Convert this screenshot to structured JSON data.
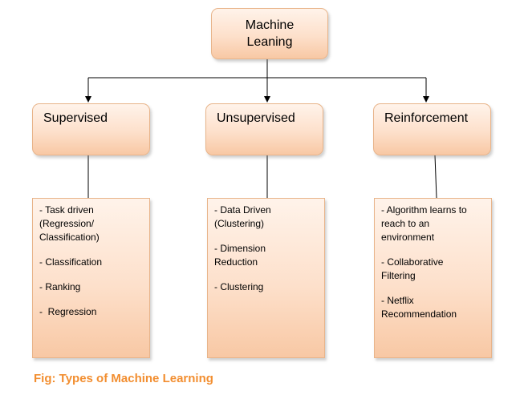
{
  "root": {
    "label_line1": "Machine",
    "label_line2": "Leaning"
  },
  "categories": [
    {
      "id": "supervised",
      "title": "Supervised",
      "items": [
        "- Task driven\n(Regression/\nClassification)",
        "- Classification",
        "- Ranking",
        "-  Regression"
      ]
    },
    {
      "id": "unsupervised",
      "title": "Unsupervised",
      "items": [
        "- Data Driven\n(Clustering)",
        "- Dimension\nReduction",
        "- Clustering"
      ]
    },
    {
      "id": "reinforcement",
      "title": "Reinforcement",
      "items": [
        "- Algorithm learns to\nreach to an\nenvironment",
        "- Collaborative\nFiltering",
        "- Netflix\nRecommendation"
      ]
    }
  ],
  "caption": "Fig: Types of Machine Learning",
  "colors": {
    "node_fill_top": "#fff3ea",
    "node_fill_bottom": "#f8c8a4",
    "node_border": "#e8b48a",
    "caption": "#f28e30",
    "connector": "#000000"
  }
}
